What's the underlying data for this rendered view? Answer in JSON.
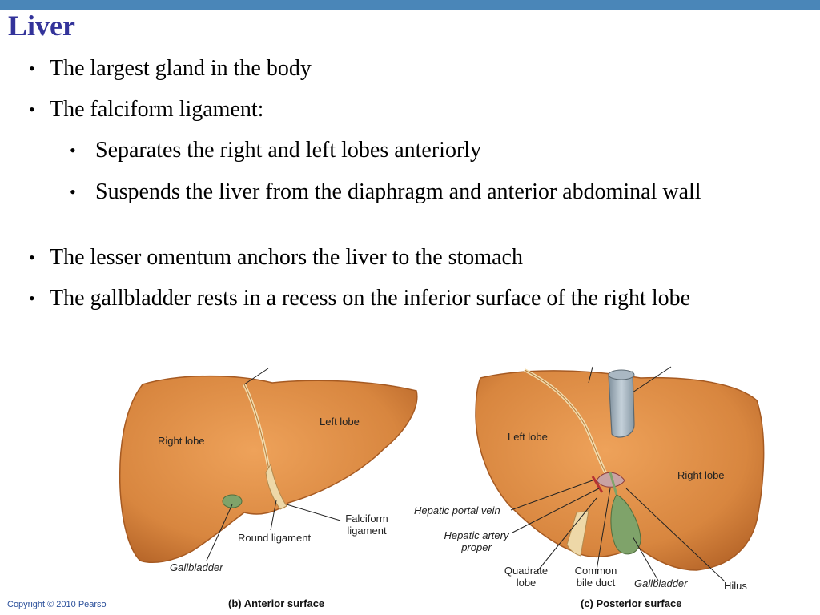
{
  "slide": {
    "title": "Liver",
    "bullets": [
      {
        "level": 1,
        "text": "The largest gland in the body"
      },
      {
        "level": 1,
        "text": "The falciform ligament:"
      },
      {
        "level": 2,
        "text": "Separates the right and left lobes anteriorly"
      },
      {
        "level": 2,
        "text": "Suspends the liver from the diaphragm and anterior abdominal wall"
      },
      {
        "level": 1,
        "text": "The lesser omentum anchors the liver to the stomach"
      },
      {
        "level": 1,
        "text": "The gallbladder rests in a recess on the inferior surface of the right lobe"
      }
    ],
    "bullet_glyph": "•"
  },
  "figure": {
    "anterior": {
      "right_lobe": "Right lobe",
      "left_lobe": "Left lobe",
      "round_ligament": "Round ligament",
      "falciform_ligament_1": "Falciform",
      "falciform_ligament_2": "ligament",
      "gallbladder": "Gallbladder",
      "caption": "(b) Anterior surface"
    },
    "posterior": {
      "left_lobe": "Left lobe",
      "right_lobe": "Right lobe",
      "hepatic_portal_vein": "Hepatic portal vein",
      "hepatic_artery_1": "Hepatic artery",
      "hepatic_artery_2": "proper",
      "quadrate_lobe_1": "Quadrate",
      "quadrate_lobe_2": "lobe",
      "common_bile_duct_1": "Common",
      "common_bile_duct_2": "bile duct",
      "gallbladder": "Gallbladder",
      "hilus": "Hilus",
      "caption": "(c) Posterior surface"
    }
  },
  "footer": {
    "copyright": "Copyright © 2010 Pearso"
  },
  "colors": {
    "topbar": "#4a86b8",
    "title": "#33339a",
    "liver": "#d8863f",
    "gallbladder": "#7fa36a",
    "vessel": "#9aaab6"
  }
}
